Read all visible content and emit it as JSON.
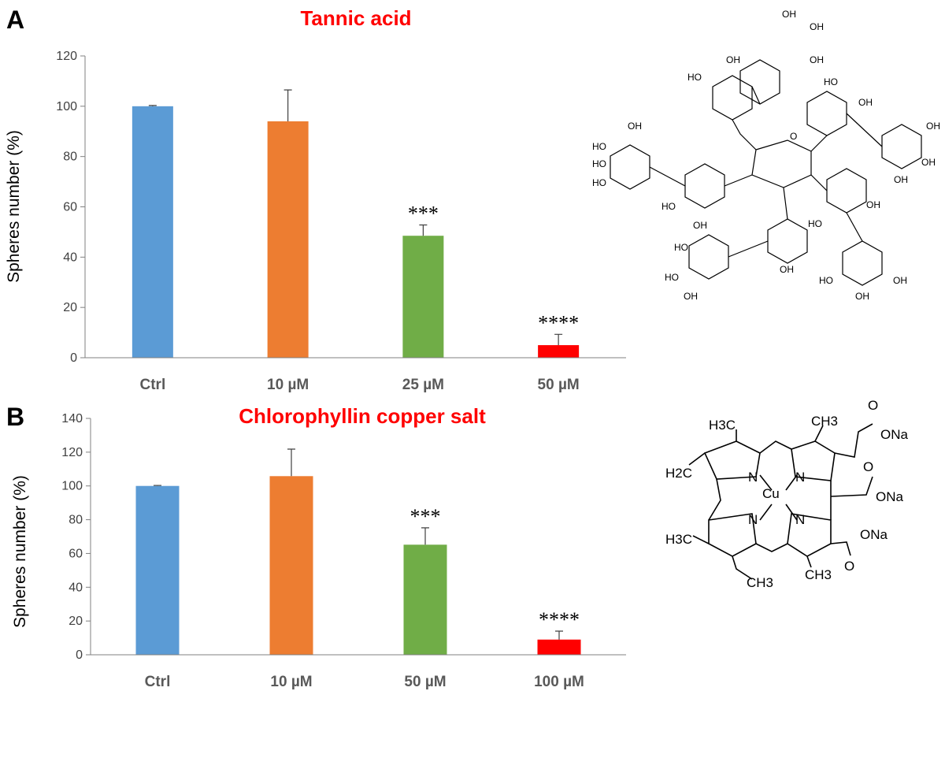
{
  "panels": [
    {
      "letter": "A"
    },
    {
      "letter": "B"
    }
  ],
  "colors": {
    "bars": [
      "#5b9bd5",
      "#ed7d31",
      "#70ad47",
      "#ff0000"
    ],
    "title": "#ff0000",
    "axis": "#808080"
  },
  "chart_data": [
    {
      "type": "bar",
      "title": "Tannic acid",
      "ylabel": "Spheres number (%)",
      "xlabel": "",
      "categories": [
        "Ctrl",
        "10 µM",
        "25 µM",
        "50 µM"
      ],
      "values": [
        100,
        94,
        48.5,
        5
      ],
      "errors": [
        0.3,
        12.5,
        4.3,
        4.3
      ],
      "significance": [
        "",
        "",
        "***",
        "****"
      ],
      "ylim": [
        0,
        120
      ],
      "yticks": [
        0,
        20,
        40,
        60,
        80,
        100,
        120
      ],
      "grid": false,
      "legend": "none"
    },
    {
      "type": "bar",
      "title": "Chlorophyllin copper salt",
      "ylabel": "Spheres number (%)",
      "xlabel": "",
      "categories": [
        "Ctrl",
        "10 µM",
        "50 µM",
        "100 µM"
      ],
      "values": [
        100,
        105.8,
        65.2,
        9
      ],
      "errors": [
        0.3,
        16,
        10,
        5
      ],
      "significance": [
        "",
        "",
        "***",
        "****"
      ],
      "ylim": [
        0,
        140
      ],
      "yticks": [
        0,
        20,
        40,
        60,
        80,
        100,
        120,
        140
      ],
      "grid": false,
      "legend": "none"
    }
  ],
  "structures": {
    "tannic_acid": {
      "oh": "OH",
      "ho": "HO",
      "o": "O"
    },
    "chlorophyllin": {
      "methyl_1": "H3C",
      "methyl_2": "CH3",
      "methyl_3": "H3C",
      "methyl_4": "CH3",
      "ethyl": "CH3",
      "vinyl": "H2C",
      "metal": "Cu",
      "n": "N",
      "ona": "ONa",
      "o": "O"
    }
  }
}
